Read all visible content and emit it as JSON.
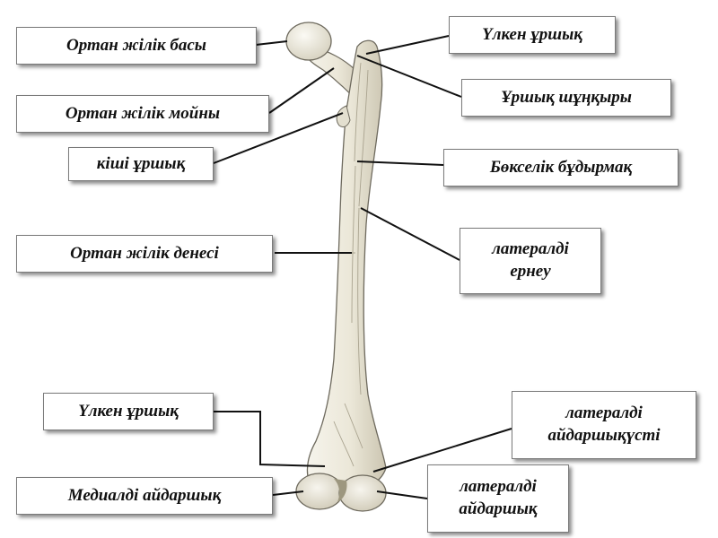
{
  "diagram": {
    "labels": {
      "femur_head": "Ортан  жілік  басы",
      "femur_neck": "Ортан жілік мойны",
      "lesser_trochanter": "кіші ұршық",
      "femur_body": "Ортан  жілік  денесі",
      "greater_trochanter_top": "Үлкен ұршық",
      "trochanteric_fossa": "Ұршық шұңқыры",
      "gluteal_tuberosity": "Бөкселік бұдырмақ",
      "lateral_lip": [
        "латералді",
        "ернеу"
      ],
      "greater_trochanter_bottom": "Үлкен ұршық",
      "medial_condyle": "Медиалді  айдаршық",
      "lateral_epicondyle": [
        "латералді",
        "айдаршықүсті"
      ],
      "lateral_condyle": [
        "латералді",
        "айдаршық"
      ]
    }
  },
  "colors": {
    "bone_fill": "#ece9dc",
    "bone_shade": "#cfcab8",
    "outline": "#6e6a5e",
    "leader_line": "#111111"
  }
}
